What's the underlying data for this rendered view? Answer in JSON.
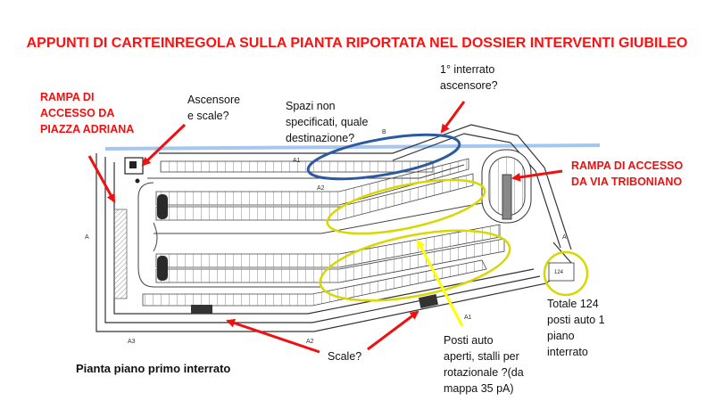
{
  "title": "APPUNTI  DI CARTEINREGOLA SULLA PIANTA RIPORTATA NEL DOSSIER INTERVENTI GIUBILEO",
  "labels": {
    "ramp_adriana": [
      "RAMPA DI",
      "ACCESSO DA",
      "PIAZZA ADRIANA"
    ],
    "ramp_triboniano": [
      "RAMPA DI ACCESSO",
      "DA VIA TRIBONIANO"
    ]
  },
  "notes": {
    "elevator_stairs": [
      "Ascensore",
      "e scale?"
    ],
    "unspecified_spaces": [
      "Spazi non",
      "specificati, quale",
      "destinazione?"
    ],
    "first_basement_elevator": [
      "1° interrato",
      "ascensore?"
    ],
    "stairs_bottom": "Scale?",
    "open_spaces": [
      "Posti auto",
      "aperti, stalli per",
      "rotazionale ?(da",
      "mappa 35 pA)"
    ],
    "total": [
      "Totale 124",
      "posti auto 1",
      "piano",
      "interrato"
    ]
  },
  "caption": "Pianta piano primo interrato",
  "plan_marks": {
    "count_label": "124",
    "axis_a1_left": "A1",
    "axis_a1_right": "A1",
    "axis_a2": "A2",
    "axis_a2_bottom": "A2",
    "axis_a3": "A3",
    "axis_b": "B",
    "axis_a_left": "A",
    "axis_a_right": "A"
  },
  "colors": {
    "red": "#ee1111",
    "blue_ellipse": "#2c5aa0",
    "yellow": "#ffff00",
    "olive_ellipse": "#d8d800",
    "plan_line": "#333333",
    "water_line": "#8fb8ea"
  }
}
